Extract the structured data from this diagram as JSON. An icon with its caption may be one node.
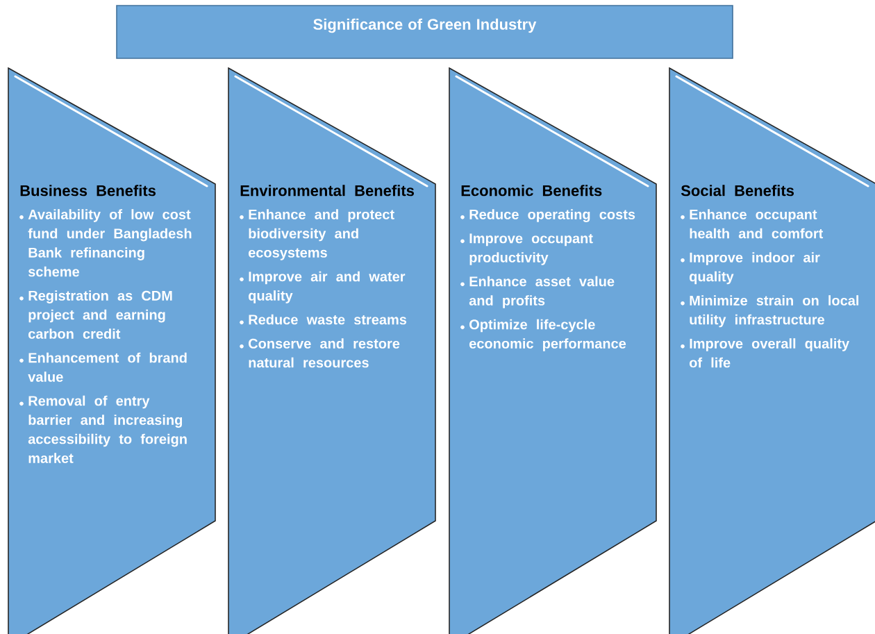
{
  "diagram": {
    "nodes": [
      {
        "text": [
          "Significance of Green Industry"
        ]
      },
      {
        "text": [
          "Business Benefits",
          "Availability of low cost fund under Bangladesh Bank refinancing scheme",
          "Registration as CDM project and earning carbon credit",
          "Enhancement of brand value",
          "Removal of entry barrier and increasing accessibility to foreign market"
        ]
      },
      {
        "text": [
          "Environmental Benefits",
          "Enhance and protect biodiversity and ecosystems",
          "Improve air and water quality",
          "Reduce waste streams",
          "Conserve and restore natural resources"
        ]
      },
      {
        "text": [
          "Economic Benefits",
          "Reduce operating costs",
          "Improve occupant productivity",
          "Enhance asset value and profits",
          "Optimize life-cycle economic performance"
        ]
      },
      {
        "text": [
          "Social Benefits",
          "Enhance occupant health and comfort",
          "Improve indoor air quality",
          "Minimize strain on local utility infrastructure",
          "Improve overall quality of life"
        ]
      }
    ],
    "edges": []
  }
}
